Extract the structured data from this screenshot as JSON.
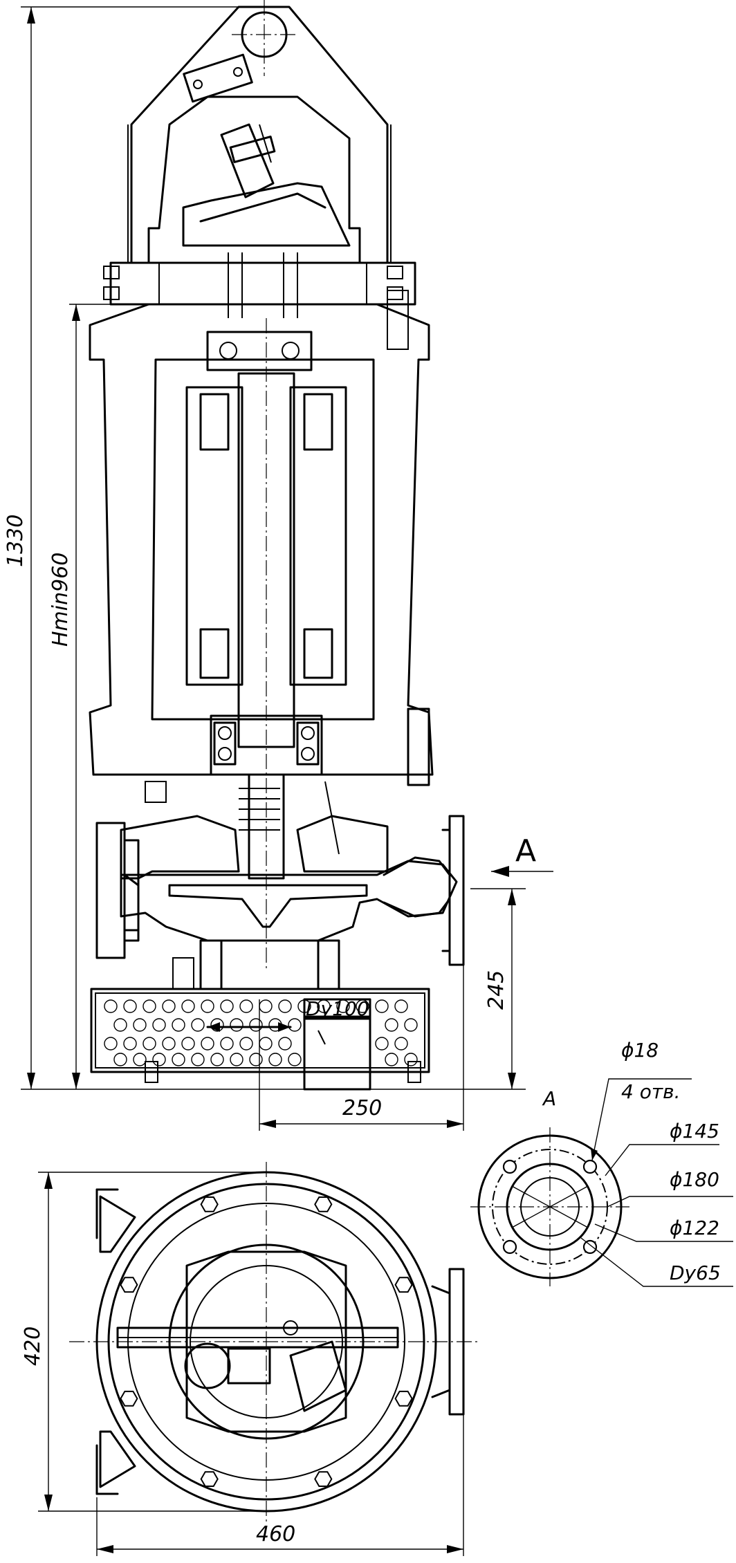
{
  "dimensions": {
    "overall_height": "1330",
    "min_depth": "Hmin960",
    "inlet_height": "245",
    "outlet_offset": "250",
    "plan_depth": "420",
    "plan_width": "460",
    "strainer_nominal_bore": "Dy100"
  },
  "view_a": {
    "marker": "A",
    "label": "A",
    "hole_dia": "ϕ18",
    "hole_count": "4 отв.",
    "bolt_circle": "ϕ145",
    "outer_dia": "ϕ180",
    "raised_face": "ϕ122",
    "nominal_bore": "Dy65"
  }
}
